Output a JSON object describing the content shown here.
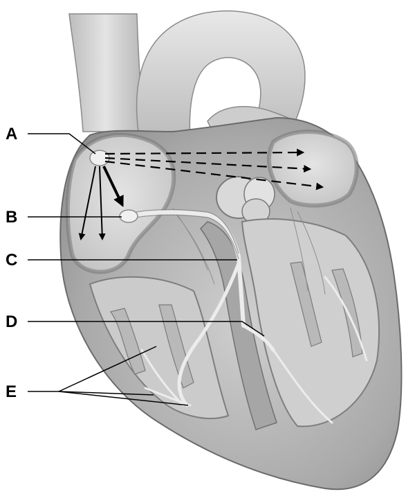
{
  "labels": [
    {
      "id": "A",
      "text": "A"
    },
    {
      "id": "B",
      "text": "B"
    },
    {
      "id": "C",
      "text": "C"
    },
    {
      "id": "D",
      "text": "D"
    },
    {
      "id": "E",
      "text": "E"
    }
  ],
  "colors": {
    "background": "#ffffff",
    "tissue_light": "#d6d6d6",
    "tissue_mid": "#b4b4b4",
    "tissue_dark": "#8a8a8a",
    "outline": "#5a5a5a",
    "conduction": "#e6e6e6",
    "arrows": "#000000"
  }
}
